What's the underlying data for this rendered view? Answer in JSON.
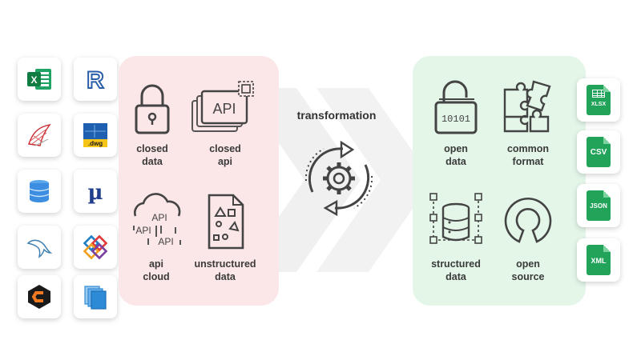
{
  "transformation": {
    "title": "transformation"
  },
  "source_tiles": [
    {
      "icon": "excel-icon",
      "color": "#1d6f42"
    },
    {
      "icon": "revit-icon",
      "color": "#2b5ea8"
    },
    {
      "icon": "sql-server-icon",
      "color": "#c8262b"
    },
    {
      "icon": "dwg-file-icon",
      "color": "#1f5fb0",
      "text": ".dwg"
    },
    {
      "icon": "database-icon",
      "color": "#3d8ee0"
    },
    {
      "icon": "mu-icon",
      "color": "#1e3e8c",
      "text": "µ"
    },
    {
      "icon": "mysql-icon",
      "color": "#3f7fb0"
    },
    {
      "icon": "ifc-icon",
      "color": "#1f7fc7"
    },
    {
      "icon": "cube-logo-icon",
      "color": "#f07a22"
    },
    {
      "icon": "layers-icon",
      "color": "#2d8ad6"
    }
  ],
  "left_items": [
    {
      "icon": "padlock-icon",
      "line1": "closed",
      "line2": "data"
    },
    {
      "icon": "api-window-icon",
      "line1": "closed",
      "line2": "api",
      "badge": "API"
    },
    {
      "icon": "api-cloud-icon",
      "line1": "api",
      "line2": "cloud",
      "badge": "API"
    },
    {
      "icon": "unstructured-doc-icon",
      "line1": "unstructured",
      "line2": "data"
    }
  ],
  "right_items": [
    {
      "icon": "open-padlock-icon",
      "line1": "open",
      "line2": "data",
      "badge": "10101"
    },
    {
      "icon": "puzzle-icon",
      "line1": "common",
      "line2": "format"
    },
    {
      "icon": "structured-database-icon",
      "line1": "structured",
      "line2": "data"
    },
    {
      "icon": "open-source-icon",
      "line1": "open",
      "line2": "source"
    }
  ],
  "output_files": [
    {
      "icon": "xlsx-file-icon",
      "label": "XLSX"
    },
    {
      "icon": "csv-file-icon",
      "label": "CSV"
    },
    {
      "icon": "json-file-icon",
      "label": "JSON"
    },
    {
      "icon": "xml-file-icon",
      "label": "XML"
    }
  ],
  "colors": {
    "left_panel": "#fbe6e8",
    "right_panel": "#e3f6e8",
    "file_green": "#22a35a",
    "chevrons": "#efefef"
  }
}
